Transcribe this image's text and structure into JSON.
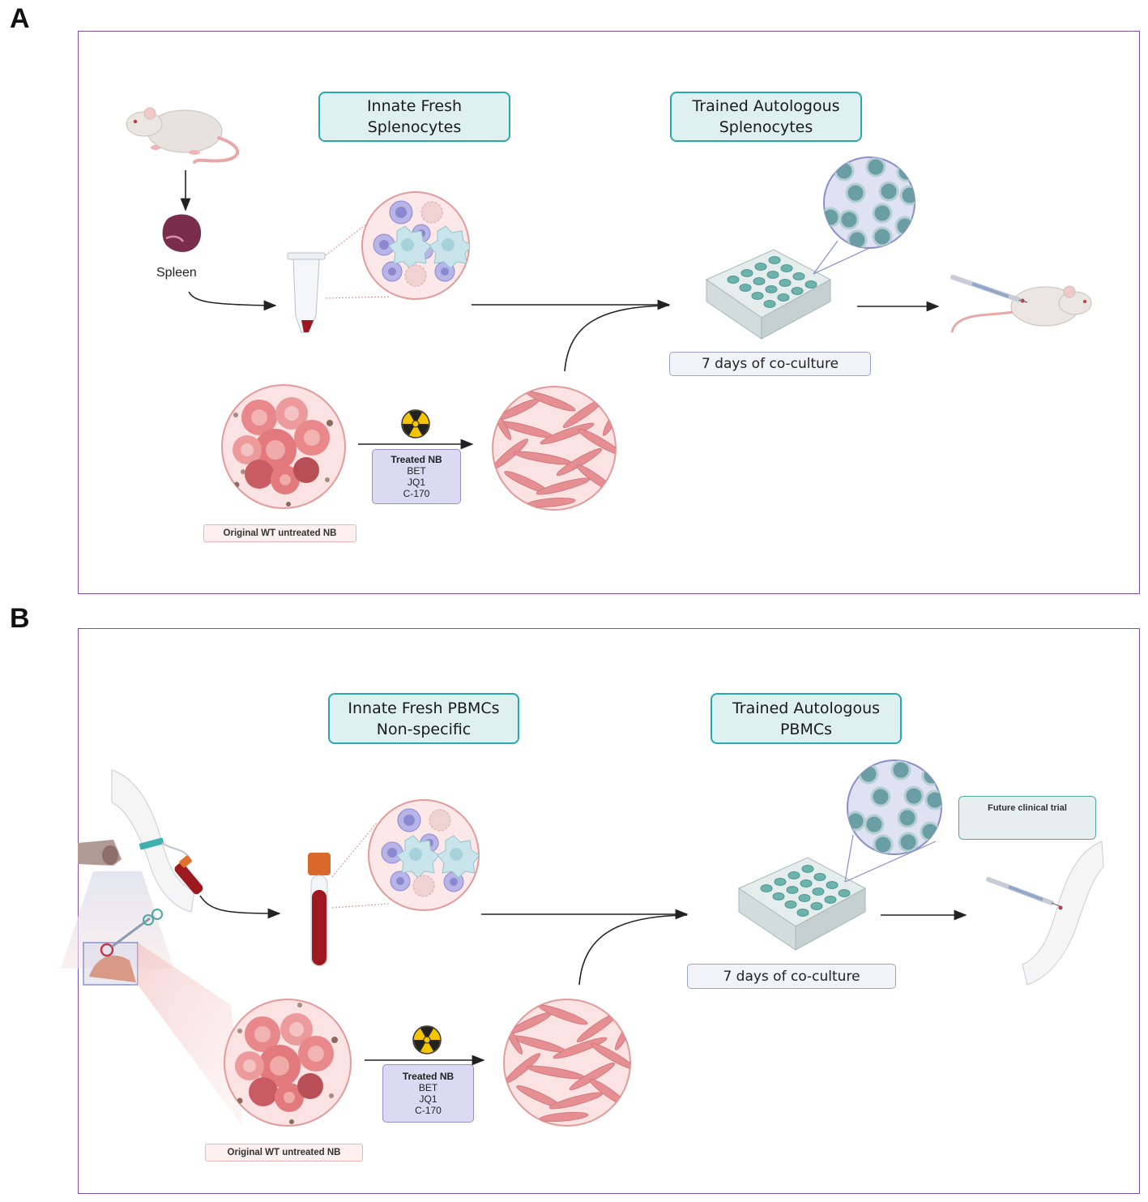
{
  "panelA": {
    "letter": "A",
    "innate_title_line1": "Innate Fresh",
    "innate_title_line2": "Splenocytes",
    "trained_title_line1": "Trained Autologous",
    "trained_title_line2": "Splenocytes",
    "spleen_label": "Spleen",
    "coculture_label": "7 days of co-culture",
    "treatment": [
      "Treated NB",
      "BET",
      "JQ1",
      "C-170"
    ],
    "nb_label": "Original WT untreated NB"
  },
  "panelB": {
    "letter": "B",
    "innate_title_line1": "Innate Fresh PBMCs",
    "innate_title_line2": "Non-specific",
    "trained_title_line1": "Trained Autologous",
    "trained_title_line2": "PBMCs",
    "coculture_label": "7 days of co-culture",
    "treatment": [
      "Treated NB",
      "BET",
      "JQ1",
      "C-170"
    ],
    "nb_label": "Original WT untreated NB",
    "future_label": "Future clinical trial"
  },
  "colors": {
    "panel_border": "#7a4fb0",
    "title_box_border": "#2aa8b0",
    "title_box_fill": "#dff0f1",
    "treatment_fill": "#dcdaf2",
    "tumor_pink": "#e8888a",
    "well_teal": "#5fa8a8",
    "blood_red": "#9c1a1f"
  }
}
